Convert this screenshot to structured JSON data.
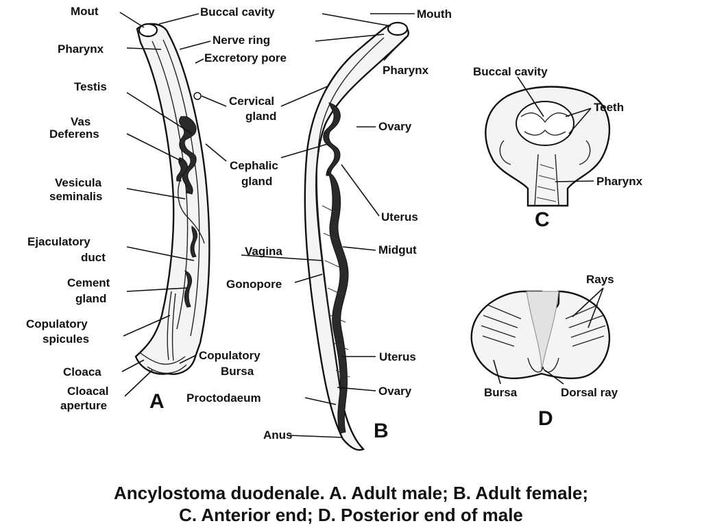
{
  "figure": {
    "labels": {
      "a_mouth": "Mout",
      "a_pharynx": "Pharynx",
      "a_testis": "Testis",
      "a_vas_deferens_1": "Vas",
      "a_vas_deferens_2": "Deferens",
      "a_vesicula_1": "Vesicula",
      "a_vesicula_2": "seminalis",
      "a_ejaculatory_1": "Ejaculatory",
      "a_ejaculatory_2": "duct",
      "a_cement_1": "Cement",
      "a_cement_2": "gland",
      "a_spicules_1": "Copulatory",
      "a_spicules_2": "spicules",
      "a_cloaca": "Cloaca",
      "a_cloacal_aperture_1": "Cloacal",
      "a_cloacal_aperture_2": "aperture",
      "buccal_cavity": "Buccal cavity",
      "nerve_ring": "Nerve ring",
      "excretory_pore": "Excretory pore",
      "cervical_gland_1": "Cervical",
      "cervical_gland_2": "gland",
      "cephalic_gland_1": "Cephalic",
      "cephalic_gland_2": "gland",
      "copulatory_bursa_1": "Copulatory",
      "copulatory_bursa_2": "Bursa",
      "b_vagina": "Vagina",
      "b_gonopore": "Gonopore",
      "b_proctodaeum": "Proctodaeum",
      "b_anus": "Anus",
      "b_mouth": "Mouth",
      "b_pharynx": "Pharynx",
      "b_ovary_top": "Ovary",
      "b_uterus_top": "Uterus",
      "b_midgut": "Midgut",
      "b_uterus_bottom": "Uterus",
      "b_ovary_bottom": "Ovary",
      "c_buccal_cavity": "Buccal cavity",
      "c_teeth": "Teeth",
      "c_pharynx": "Pharynx",
      "d_rays": "Rays",
      "d_bursa": "Bursa",
      "d_dorsal_ray": "Dorsal ray"
    },
    "panel_letters": {
      "a": "A",
      "b": "B",
      "c": "C",
      "d": "D"
    },
    "caption": {
      "line1": "Ancylostoma duodenale. A. Adult male; B. Adult female;",
      "line2": "C. Anterior end; D. Posterior end of male"
    }
  }
}
